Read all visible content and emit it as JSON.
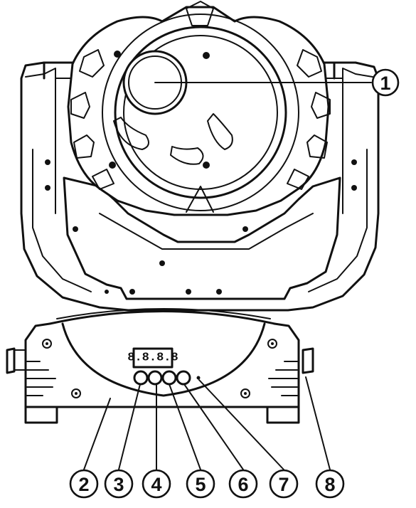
{
  "display": {
    "text": "8.8.8.8"
  },
  "callouts": [
    {
      "id": "1",
      "label": "1"
    },
    {
      "id": "2",
      "label": "2"
    },
    {
      "id": "3",
      "label": "3"
    },
    {
      "id": "4",
      "label": "4"
    },
    {
      "id": "5",
      "label": "5"
    },
    {
      "id": "6",
      "label": "6"
    },
    {
      "id": "7",
      "label": "7"
    },
    {
      "id": "8",
      "label": "8"
    }
  ]
}
